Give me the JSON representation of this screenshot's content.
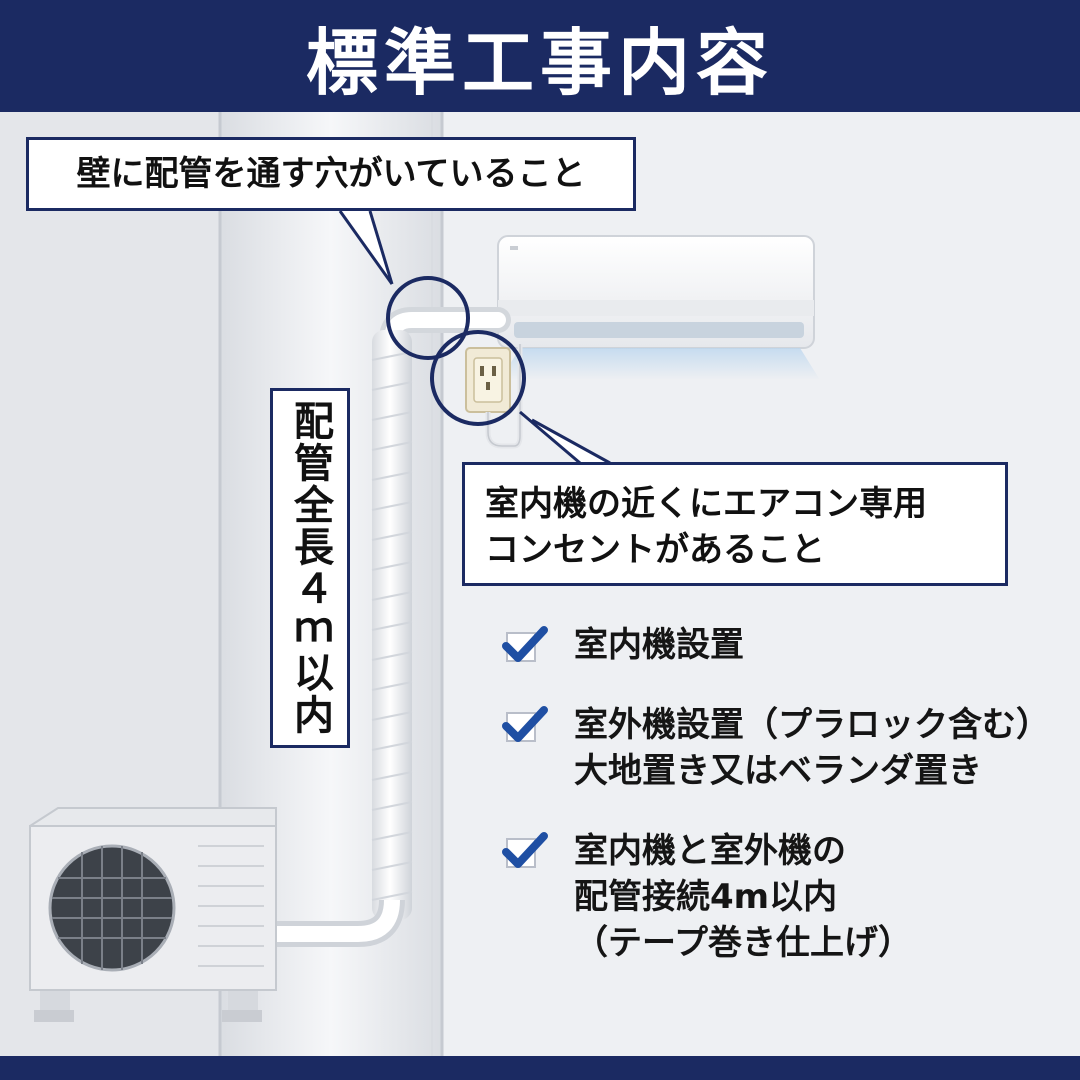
{
  "header": {
    "title": "標準工事内容"
  },
  "callouts": {
    "wall_hole": "壁に配管を通す穴がいていること",
    "outlet_line1": "室内機の近くにエアコン専用",
    "outlet_line2": "コンセントがあること",
    "pipe_length": "配管全長４ｍ以内"
  },
  "checklist": [
    {
      "lines": [
        "室内機設置"
      ]
    },
    {
      "lines": [
        "室外機設置（プラロック含む）",
        "大地置き又はベランダ置き"
      ]
    },
    {
      "lines": [
        "室内機と室外機の",
        "配管接続4m以内",
        "（テープ巻き仕上げ）"
      ]
    }
  ],
  "icons": {
    "check": "check-mark-icon",
    "outlet": "power-outlet-icon"
  },
  "colors": {
    "navy": "#1b2a62",
    "check_blue": "#1f4fa3",
    "wall": "#eceef1"
  }
}
